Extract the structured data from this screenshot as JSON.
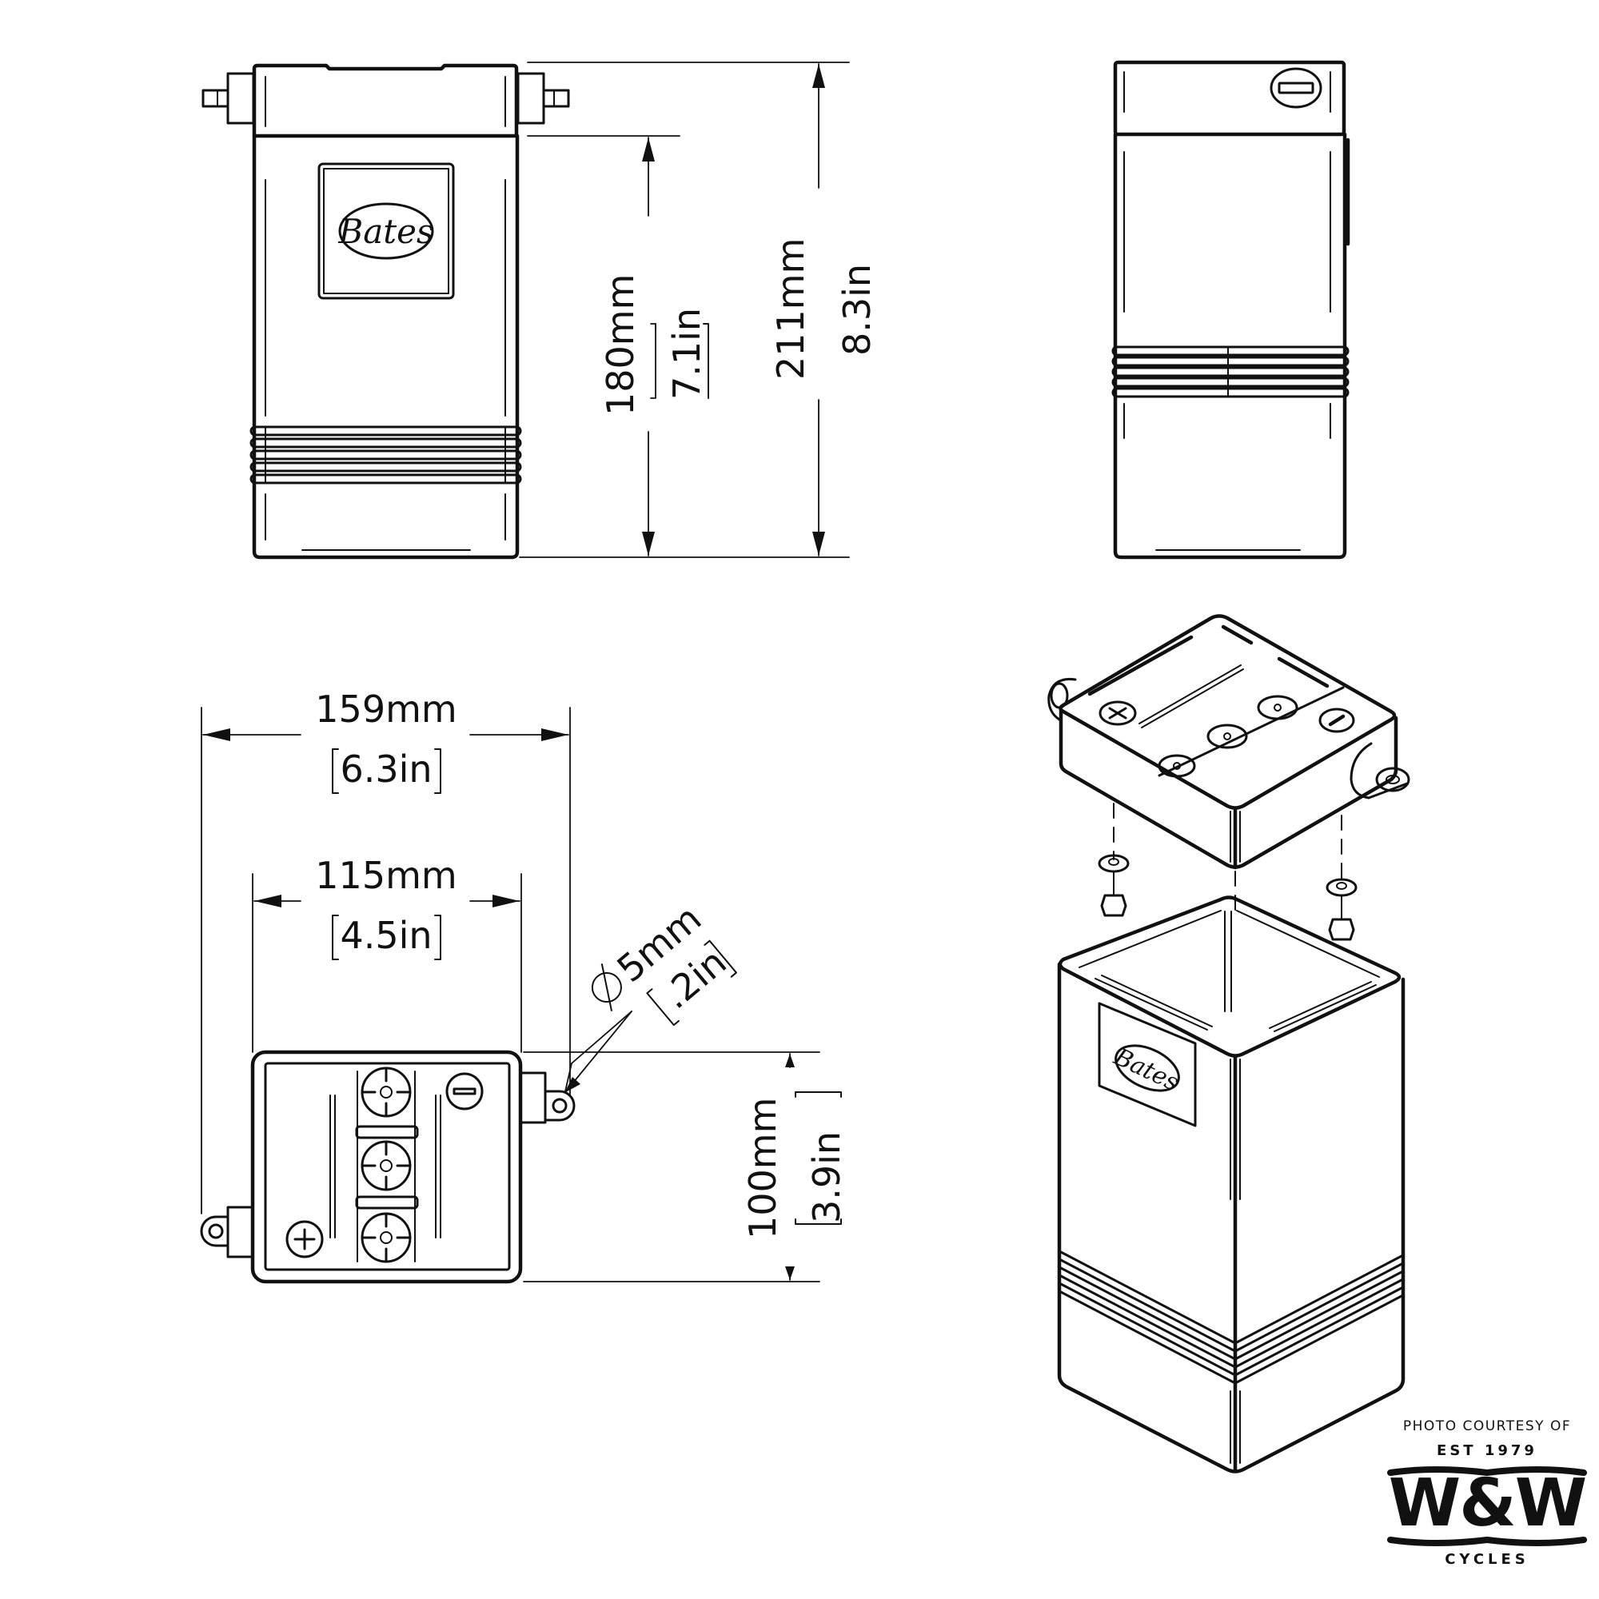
{
  "drawing": {
    "subject": "Battery case technical drawing",
    "views": [
      "front-view",
      "side-view",
      "top-view",
      "exploded-isometric-view"
    ],
    "brand_logo_text": "Bates",
    "terminal_symbols": {
      "positive": "+",
      "negative": "−"
    }
  },
  "dimensions": {
    "height_body": {
      "mm": "180mm",
      "in": "7.1in"
    },
    "height_total": {
      "mm": "211mm",
      "in": "8.3in"
    },
    "width_total": {
      "mm": "159mm",
      "in": "6.3in"
    },
    "width_body": {
      "mm": "115mm",
      "in": "4.5in"
    },
    "depth": {
      "mm": "100mm",
      "in": "3.9in"
    },
    "hole_diameter": {
      "symbol": "Ø",
      "mm": "5mm",
      "in": ".2in"
    }
  },
  "credit": {
    "line1": "PHOTO COURTESY OF",
    "est": "EST 1979",
    "mark": "W&W",
    "sub": "CYCLES"
  },
  "colors": {
    "ink": "#111111",
    "background": "#ffffff"
  }
}
